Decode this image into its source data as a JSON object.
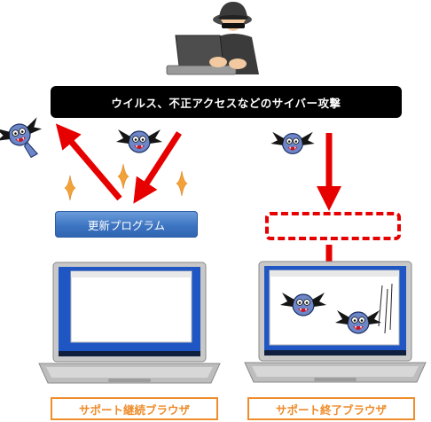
{
  "banner": {
    "text": "ウイルス、不正アクセスなどのサイバー攻撃"
  },
  "update_box": {
    "label": "更新プログラム"
  },
  "labels": {
    "supported": "サポート継続ブラウザ",
    "unsupported": "サポート終了ブラウザ"
  },
  "colors": {
    "arrow": "#e60000",
    "banner_bg": "#000000",
    "update_box": "#3d75c2",
    "label_border": "#ef8c2b",
    "screen_blue": "#1f56c4",
    "sparkle": "#f3a23a"
  },
  "icons": {
    "hacker": "hacker-icon",
    "virus": "virus-bug-icon",
    "sparkle": "sparkle-icon",
    "laptop": "laptop-icon"
  }
}
